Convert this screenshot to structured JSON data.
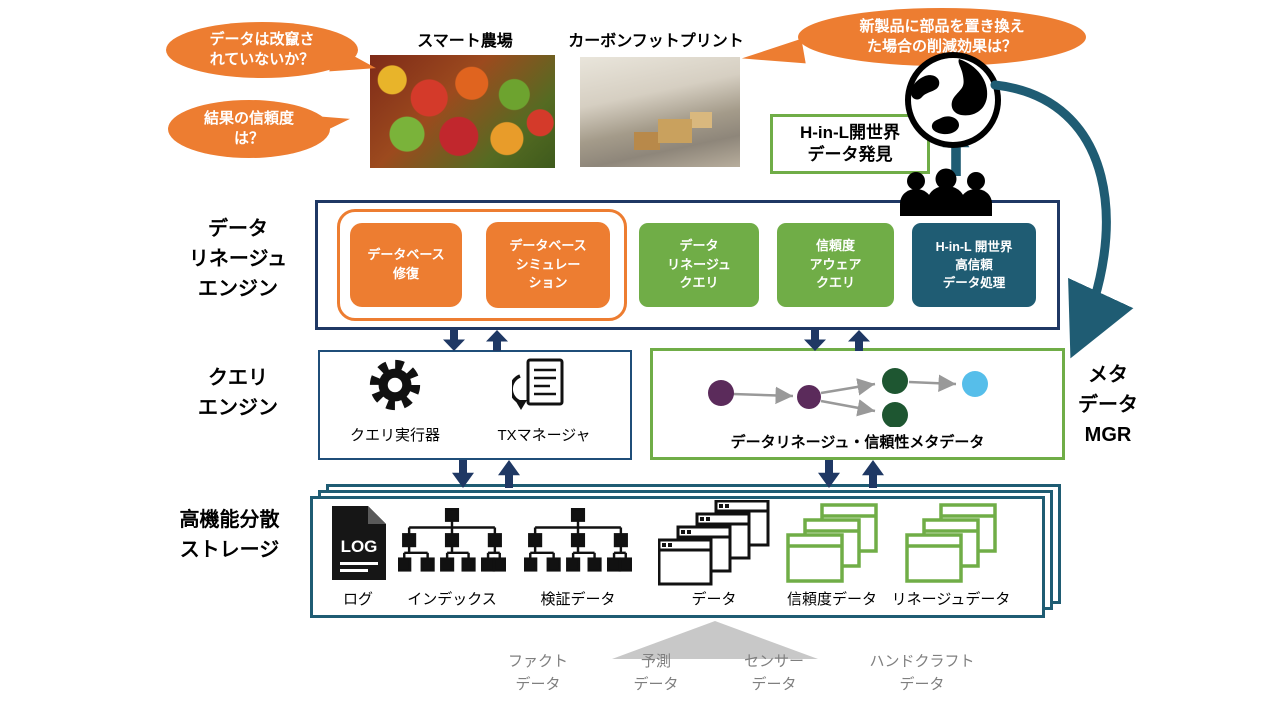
{
  "slide": {
    "bubbles": {
      "tamper": "データは改竄さ\nれていないか？",
      "confidence": "結果の信頼度\nは？",
      "reduction": "新製品に部品を置き換え\nた場合の削減効果は？"
    },
    "photos": {
      "smart_farm_caption": "スマート農場",
      "carbon_caption": "カーボンフットプリント"
    },
    "discovery_box": "H-in-L開世界\nデータ発見",
    "lineage_engine": {
      "label": "データ\nリネージュ\nエンジン",
      "buttons": [
        {
          "id": "db-repair",
          "label": "データベース\n修復",
          "color": "#ED7D31"
        },
        {
          "id": "db-simulation",
          "label": "データベース\nシミュレー\nション",
          "color": "#ED7D31"
        },
        {
          "id": "lineage-query",
          "label": "データ\nリネージュ\nクエリ",
          "color": "#70AD47"
        },
        {
          "id": "confidence-aware-query",
          "label": "信頼度\nアウェア\nクエリ",
          "color": "#70AD47"
        },
        {
          "id": "hinl-processing",
          "label": "H-in-L 開世界\n高信頼\nデータ処理",
          "color": "#1F5C73"
        }
      ]
    },
    "query_engine": {
      "label": "クエリ\nエンジン",
      "executor_label": "クエリ実行器",
      "tx_manager_label": "TXマネージャ"
    },
    "metadata": {
      "caption": "データリネージュ・信頼性メタデータ",
      "manager_label": "メタ\nデータ\nMGR"
    },
    "storage": {
      "label": "高機能分散\nストレージ",
      "log_icon_text": "LOG",
      "items": [
        "ログ",
        "インデックス",
        "検証データ",
        "データ",
        "信頼度データ",
        "リネージュデータ"
      ]
    },
    "data_sources": [
      "ファクト\nデータ",
      "予測\nデータ",
      "センサー\nデータ",
      "ハンドクラフト\nデータ"
    ],
    "icons": [
      "globe-icon",
      "people-icon",
      "gear-icon",
      "tx-document-icon",
      "log-file-icon",
      "index-tree-icon",
      "verification-tree-icon",
      "data-windows-icon",
      "confidence-windows-icon",
      "lineage-windows-icon",
      "up-arrow-icon",
      "down-arrow-icon",
      "curved-arrow-icon"
    ],
    "colors": {
      "orange": "#ED7D31",
      "green": "#70AD47",
      "dark_teal": "#1F5C73",
      "navy_border": "#1F3864",
      "node_purple": "#5B2B5B",
      "node_dark_green": "#1E5631",
      "node_light_blue": "#56BEEA",
      "source_text_gray": "#7F7F7F",
      "graph_arrow_gray": "#999999"
    }
  }
}
